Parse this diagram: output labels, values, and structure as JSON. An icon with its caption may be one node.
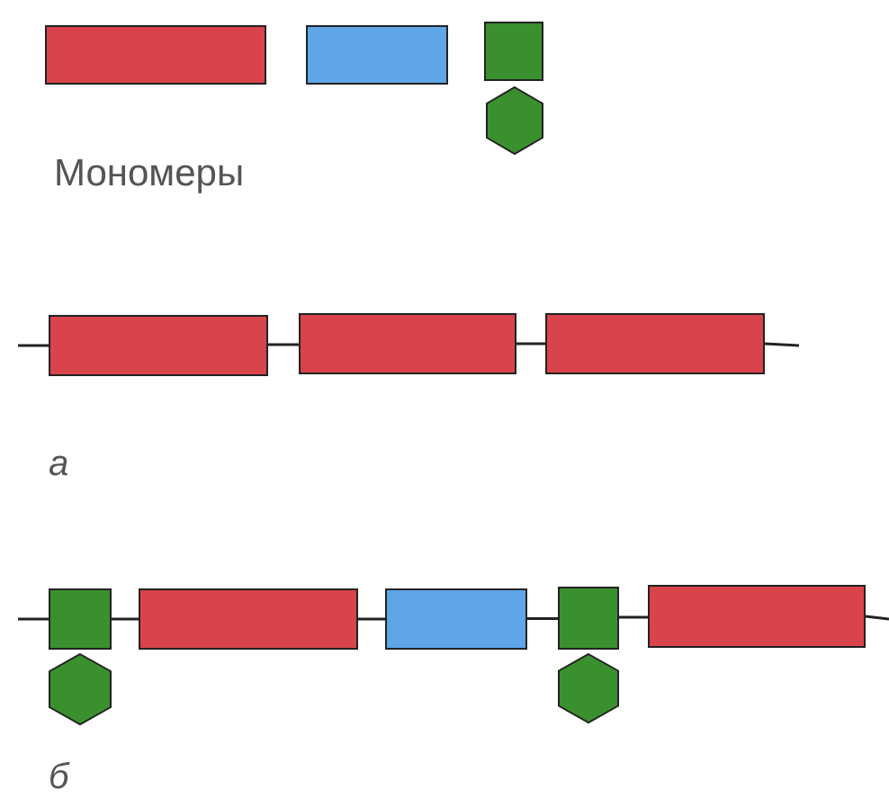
{
  "diagram": {
    "nodes": [
      {
        "text": [],
        "shape": "box"
      },
      {
        "text": [],
        "shape": "box"
      },
      {
        "text": [],
        "shape": "box"
      },
      {
        "text": [],
        "shape": "hexagon"
      },
      {
        "text": [],
        "shape": "box"
      },
      {
        "text": [],
        "shape": "box"
      },
      {
        "text": [],
        "shape": "box"
      },
      {
        "text": [],
        "shape": "box"
      },
      {
        "text": [],
        "shape": "hexagon"
      },
      {
        "text": [],
        "shape": "box"
      },
      {
        "text": [],
        "shape": "box"
      },
      {
        "text": [],
        "shape": "box"
      },
      {
        "text": [],
        "shape": "hexagon"
      },
      {
        "text": [],
        "shape": "box"
      }
    ],
    "edges": [
      {
        "from": null,
        "to": 4,
        "arrow": "none"
      },
      {
        "from": 4,
        "to": 5,
        "arrow": "none"
      },
      {
        "from": 5,
        "to": 6,
        "arrow": "none"
      },
      {
        "from": 6,
        "to": null,
        "arrow": "none"
      },
      {
        "from": null,
        "to": 7,
        "arrow": "none"
      },
      {
        "from": 7,
        "to": 9,
        "arrow": "none"
      },
      {
        "from": 9,
        "to": 10,
        "arrow": "none"
      },
      {
        "from": 10,
        "to": 11,
        "arrow": "none"
      },
      {
        "from": 11,
        "to": 13,
        "arrow": "none"
      },
      {
        "from": 13,
        "to": null,
        "arrow": "none"
      }
    ],
    "labels": [
      "Мономеры",
      "а",
      "б"
    ]
  }
}
